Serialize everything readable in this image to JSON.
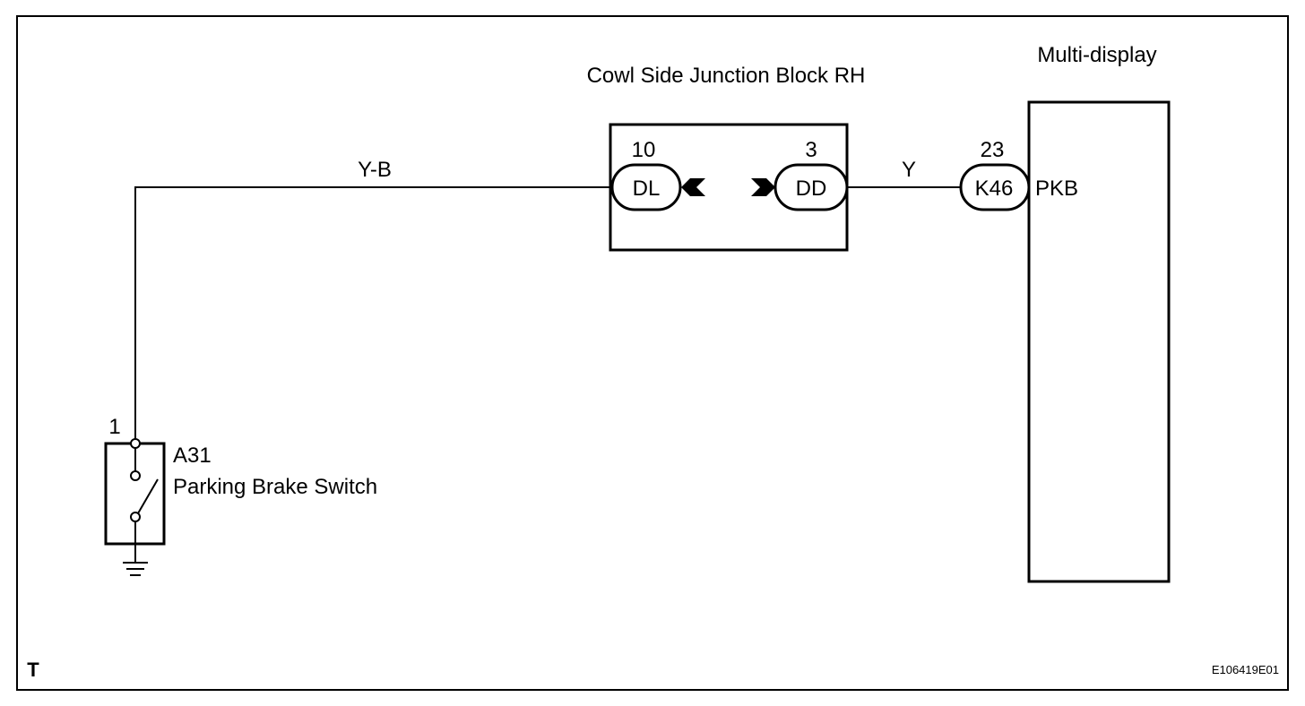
{
  "diagram": {
    "corner_letter": "T",
    "figure_code": "E106419E01"
  },
  "junction_block": {
    "title": "Cowl Side Junction Block RH",
    "left_pin_number": "10",
    "left_connector": "DL",
    "right_pin_number": "3",
    "right_connector": "DD"
  },
  "multi_display": {
    "title": "Multi-display",
    "pin_number": "23",
    "connector": "K46",
    "terminal": "PKB"
  },
  "wires": {
    "left_wire_color": "Y-B",
    "right_wire_color": "Y"
  },
  "switch": {
    "pin_number": "1",
    "connector": "A31",
    "name": "Parking Brake Switch"
  }
}
